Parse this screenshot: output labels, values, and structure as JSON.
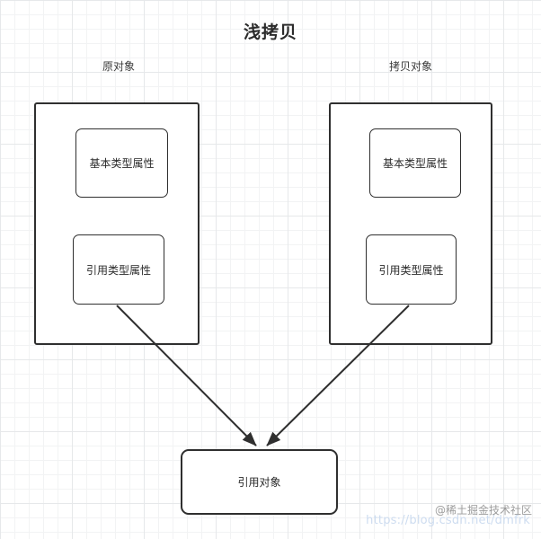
{
  "diagram": {
    "title": "浅拷贝",
    "type": "shallow-copy-object-diagram",
    "background": "#ffffff",
    "grid_color": "#e6e8ea",
    "stroke_color": "#2f2f2f",
    "text_color": "#2b2b2b",
    "captions": {
      "original": "原对象",
      "copy": "拷贝对象"
    },
    "original_object": {
      "primitive_property": "基本类型属性",
      "reference_property": "引用类型属性"
    },
    "copy_object": {
      "primitive_property": "基本类型属性",
      "reference_property": "引用类型属性"
    },
    "shared_reference": {
      "label": "引用对象"
    },
    "arrows": [
      {
        "name": "original-reference-to-shared",
        "from": "原对象.引用类型属性",
        "to": "引用对象"
      },
      {
        "name": "copy-reference-to-shared",
        "from": "拷贝对象.引用类型属性",
        "to": "引用对象"
      }
    ]
  },
  "watermarks": {
    "community": "@稀土掘金技术社区",
    "url": "https://blog.csdn.net/dmfrk"
  }
}
